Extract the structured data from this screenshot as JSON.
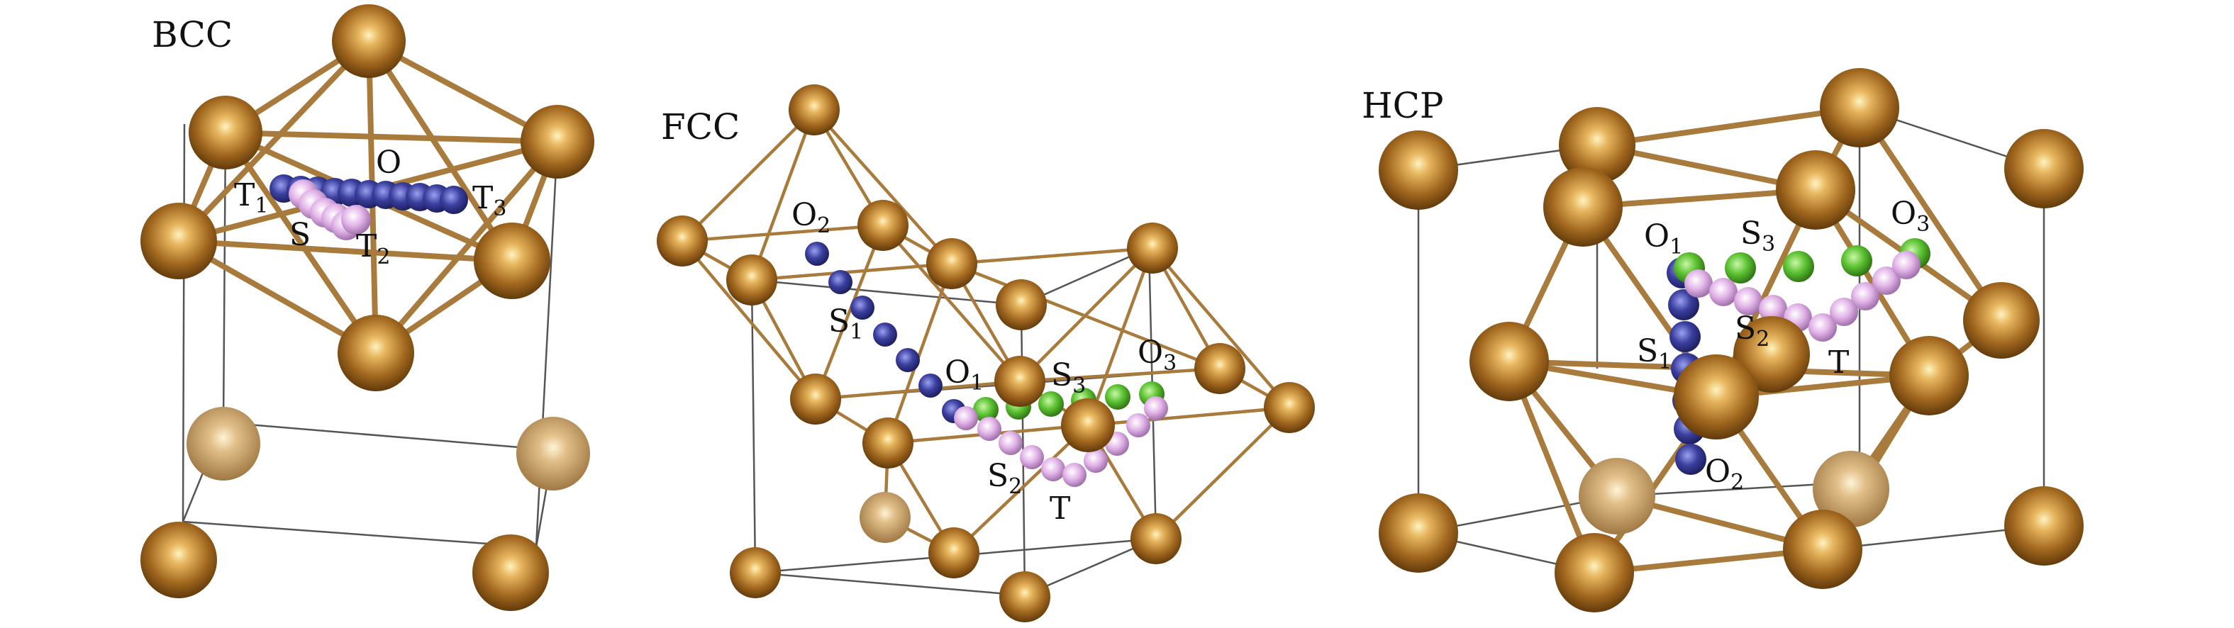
{
  "panels": [
    {
      "title": "BCC",
      "labels": [
        {
          "main": "O",
          "sub": ""
        },
        {
          "main": "T",
          "sub": "1"
        },
        {
          "main": "T",
          "sub": "3"
        },
        {
          "main": "S",
          "sub": ""
        },
        {
          "main": "T",
          "sub": "2"
        }
      ]
    },
    {
      "title": "FCC",
      "labels": [
        {
          "main": "O",
          "sub": "2"
        },
        {
          "main": "S",
          "sub": "1"
        },
        {
          "main": "O",
          "sub": "1"
        },
        {
          "main": "S",
          "sub": "3"
        },
        {
          "main": "O",
          "sub": "3"
        },
        {
          "main": "S",
          "sub": "2"
        },
        {
          "main": "T",
          "sub": ""
        }
      ]
    },
    {
      "title": "HCP",
      "labels": [
        {
          "main": "O",
          "sub": "1"
        },
        {
          "main": "S",
          "sub": "3"
        },
        {
          "main": "O",
          "sub": "3"
        },
        {
          "main": "S",
          "sub": "2"
        },
        {
          "main": "S",
          "sub": "1"
        },
        {
          "main": "T",
          "sub": ""
        },
        {
          "main": "O",
          "sub": "2"
        }
      ]
    }
  ],
  "colors": {
    "host_atom": "#a0661e",
    "host_atom_highlight": "#ffe39a",
    "bond": "#a87a3c",
    "cell_edge": "#555555",
    "octahedral_path": "#3b3f9e",
    "tetrahedral_path": "#d9a8e0",
    "saddle_path": "#5cc232"
  }
}
